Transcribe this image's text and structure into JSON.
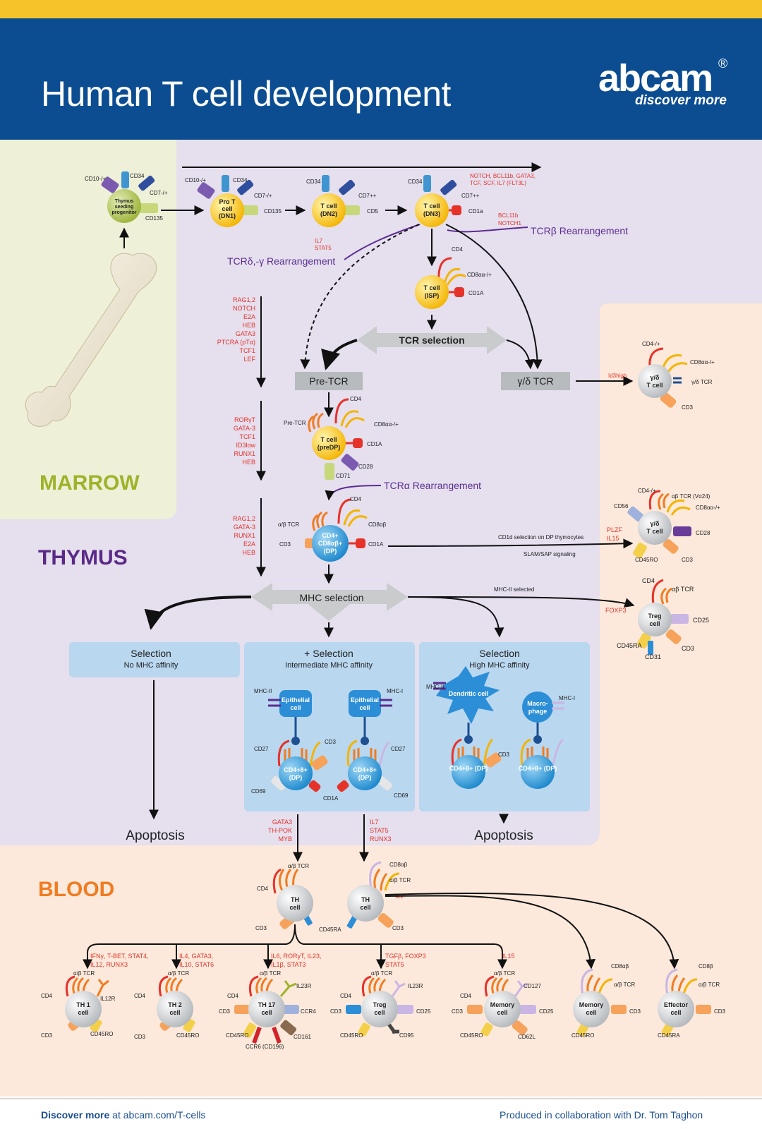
{
  "header": {
    "title": "Human T cell development",
    "brand": "abcam",
    "brand_reg": "®",
    "tagline": "discover more"
  },
  "colors": {
    "header_bg": "#0c4d92",
    "stripe": "#f6c42a",
    "marrow_bg": "#eef0d9",
    "thymus_bg": "#e6e0ef",
    "blood_bg": "#fdeadd",
    "marrow_text": "#9fb32a",
    "thymus_text": "#5a2a86",
    "blood_text": "#f07c22",
    "label_red": "#e5332a",
    "rearrangement_purple": "#5c2d91"
  },
  "regions": {
    "marrow": "MARROW",
    "thymus": "THYMUS",
    "blood": "BLOOD"
  },
  "cells": {
    "tsp": {
      "name": "Thymus seeding progenitor",
      "markers": [
        "CD10-/+",
        "CD34",
        "CD7-/+",
        "CD135"
      ]
    },
    "dn1": {
      "name": "Pro T cell (DN1)",
      "markers": [
        "CD10-/+",
        "CD34",
        "CD7-/+",
        "CD135"
      ]
    },
    "dn2": {
      "name": "T cell (DN2)",
      "markers": [
        "CD34",
        "CD7++",
        "CD5"
      ]
    },
    "dn3": {
      "name": "T cell (DN3)",
      "markers": [
        "CD34",
        "CD7++",
        "CD1a"
      ]
    },
    "isp": {
      "name": "T cell (ISP)",
      "markers": [
        "CD4",
        "CD8αα-/+",
        "CD1A"
      ]
    },
    "predp": {
      "name": "T cell (preDP)",
      "markers": [
        "CD4",
        "Pre-TCR",
        "CD8αα-/+",
        "CD1A",
        "CD28",
        "CD71"
      ]
    },
    "dp": {
      "name": "CD4+ CD8αβ+ (DP)",
      "markers": [
        "CD4",
        "α/β TCR",
        "CD8αβ",
        "CD3",
        "CD1A"
      ]
    },
    "gd": {
      "name": "γ/δ T cell",
      "markers": [
        "CD4-/+",
        "CD8αα-/+",
        "γ/δ TCR",
        "CD3"
      ]
    },
    "nkt": {
      "name": "γ/δ T cell",
      "markers": [
        "CD4-/+",
        "αβ TCR (Vα24)",
        "CD8αα-/+",
        "CD56",
        "CD28",
        "CD45RO",
        "CD3"
      ]
    },
    "treg_thymus": {
      "name": "Treg cell",
      "markers": [
        "CD4",
        "αβ TCR",
        "CD25",
        "CD45RA",
        "CD3",
        "CD31"
      ]
    }
  },
  "labels": {
    "dn3_factors": [
      "NOTCH, BCL11b, GATA3,",
      "TCF, SCF, IL7 (FLT3L)"
    ],
    "il7_stat5": [
      "IL7",
      "STAT5"
    ],
    "bcl11b_notch1": [
      "BCL11b",
      "NOTCH1"
    ],
    "tcrb": "TCRβ Rearrangement",
    "tcrdg": "TCRδ,-γ Rearrangement",
    "tcra": "TCRα Rearrangement",
    "factors1": [
      "RAG1,2",
      "NOTCH",
      "E2A",
      "HEB",
      "GATA3",
      "PTCRA (pTα)",
      "TCF1",
      "LEF"
    ],
    "factors2": [
      "RORγT",
      "GATA-3",
      "TCF1",
      "ID3low",
      "RUNX1",
      "HEB"
    ],
    "factors3": [
      "RAG1,2",
      "GATA-3",
      "RUNX1",
      "E2A",
      "HEB"
    ],
    "tcr_selection": "TCR selection",
    "pre_tcr": "Pre-TCR",
    "gd_tcr": "γ/δ TCR",
    "id3": "Id3high",
    "plzf_il15": [
      "PLZF",
      "IL15"
    ],
    "cd1d_selection": "CD1d selection on DP thymocytes",
    "slam_sap": "SLAM/SAP signaling",
    "mhc_selection": "MHC selection",
    "mhc2_selected": "MHC-II selected",
    "foxp3": "FOXP3",
    "neg_selection": {
      "title": "Selection",
      "sub": "No MHC affinity"
    },
    "pos_selection": {
      "title": "+ Selection",
      "sub": "Intermediate MHC affinity"
    },
    "high_selection": {
      "title": "Selection",
      "sub": "High MHC affinity"
    },
    "apoptosis": "Apoptosis",
    "gata3_thpok": [
      "GATA3",
      "TH-POK",
      "MYB"
    ],
    "il7_stat5_runx3": [
      "IL7",
      "STAT5",
      "RUNX3"
    ],
    "il2": "IL2",
    "epithelial": "Epithelial cell",
    "dendritic": "Dendritic cell",
    "macrophage": "Macro-phage",
    "mhc_ii": "MHC-II",
    "mhc_i": "MHC-I",
    "cd27": "CD27",
    "cd69": "CD69",
    "cd3": "CD3",
    "cd1a": "CD1A",
    "dp_short": "CD4+8+ (DP)"
  },
  "blood_cells": {
    "th_cd4": {
      "name": "TH cell",
      "markers": [
        "α/β TCR",
        "CD4",
        "CD3",
        "CD45RA"
      ]
    },
    "th_cd8": {
      "name": "TH cell",
      "markers": [
        "CD8αβ",
        "α/β TCR",
        "CD3"
      ]
    },
    "th1": {
      "name": "TH 1 cell",
      "factors": [
        "IFNγ, T-BET, STAT4,",
        "IL12, RUNX3"
      ],
      "markers": [
        "α/β TCR",
        "CD4",
        "IL12R",
        "CD3",
        "CD45RO"
      ]
    },
    "th2": {
      "name": "TH 2 cell",
      "factors": [
        "IL4, GATA3,",
        "IL10, STAT6"
      ],
      "markers": [
        "α/β TCR",
        "CD4",
        "CD3",
        "CD45RO"
      ]
    },
    "th17": {
      "name": "TH 17 cell",
      "factors": [
        "IL6, RORγT, IL23,",
        "IL1β, STAT3"
      ],
      "markers": [
        "α/β TCR",
        "IL23R",
        "CD4",
        "CD3",
        "CCR4",
        "CD45RO",
        "CD161",
        "CCR6 (CD196)"
      ]
    },
    "treg": {
      "name": "Treg cell",
      "factors": [
        "TGFβ, FOXP3",
        "STAT5"
      ],
      "markers": [
        "α/β TCR",
        "IL23R",
        "CD4",
        "CD3",
        "CD25",
        "CD45RO",
        "CD95"
      ]
    },
    "mem4": {
      "name": "Memory cell",
      "factors": [
        "IL15"
      ],
      "markers": [
        "α/β TCR",
        "CD127",
        "CD4",
        "CD3",
        "CD25",
        "CD45RO",
        "CD62L"
      ]
    },
    "mem8": {
      "name": "Memory cell",
      "markers": [
        "CD8αβ",
        "α/β TCR",
        "CD3",
        "CD45RO"
      ]
    },
    "eff8": {
      "name": "Effector cell",
      "markers": [
        "CD8β",
        "α/β TCR",
        "CD3",
        "CD45RA"
      ]
    }
  },
  "footer": {
    "left_bold": "Discover more",
    "left": "at abcam.com/T-cells",
    "right": "Produced in collaboration with Dr. Tom Taghon"
  }
}
